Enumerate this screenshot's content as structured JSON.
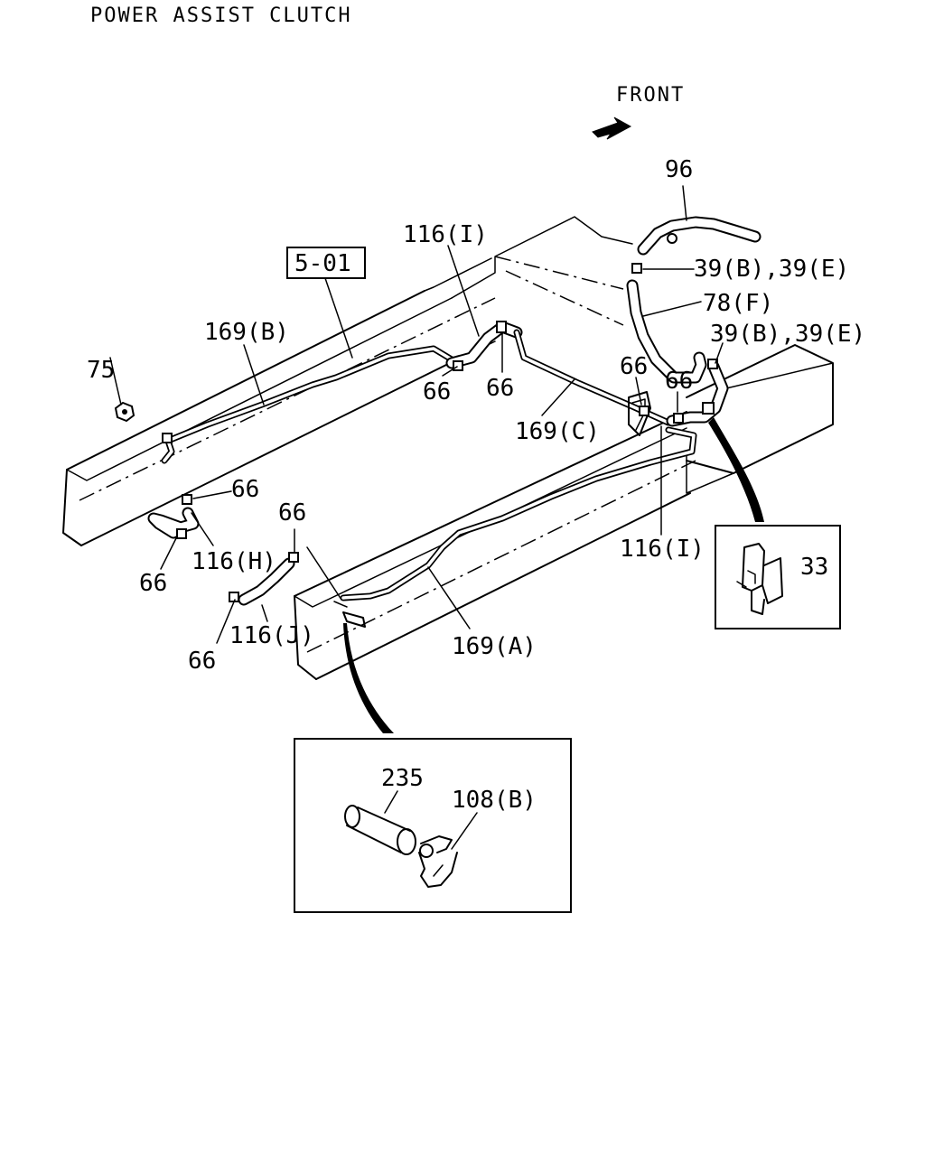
{
  "title": "POWER ASSIST CLUTCH",
  "front_label": "FRONT",
  "ref_box": "5-01",
  "parts": {
    "p75": "75",
    "p169b": "169(B)",
    "p116i_top": "116(I)",
    "p66_a": "66",
    "p66_b": "66",
    "p66_c": "66",
    "p66_d": "66",
    "p66_e": "66",
    "p66_f": "66",
    "p66_g": "66",
    "p66_h": "66",
    "p169c": "169(C)",
    "p96": "96",
    "p39_top": "39(B),39(E)",
    "p78f": "78(F)",
    "p39_mid": "39(B),39(E)",
    "p116i_right": "116(I)",
    "p116h": "116(H)",
    "p116j": "116(J)",
    "p169a": "169(A)",
    "p33": "33",
    "p235": "235",
    "p108b": "108(B)"
  },
  "icons": {
    "front_arrow": "front-arrow-icon"
  }
}
